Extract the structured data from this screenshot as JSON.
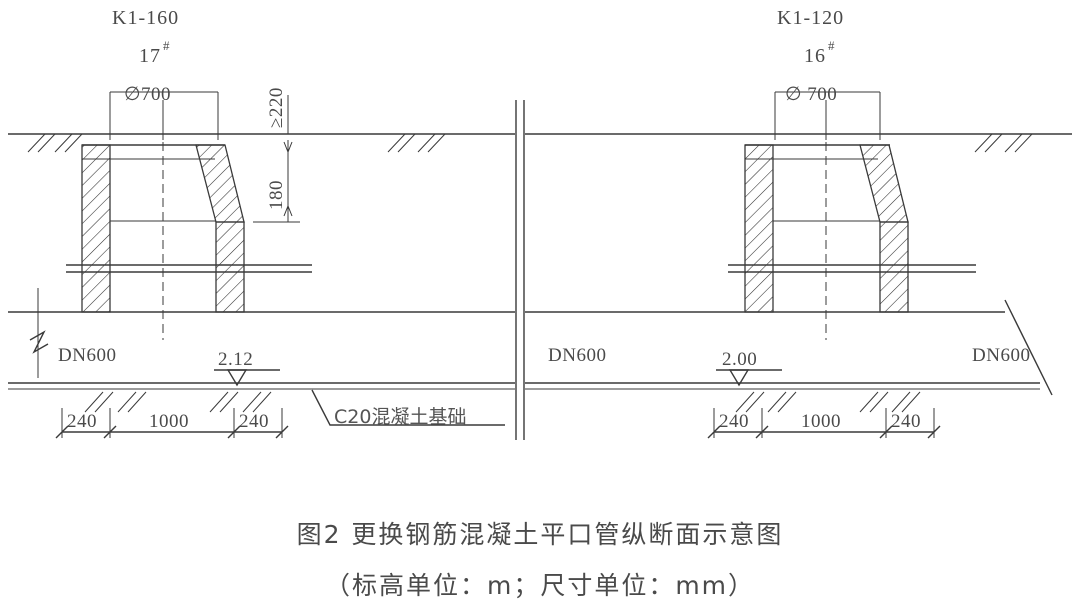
{
  "figure": {
    "background_color": "#ffffff",
    "line_color": "#3a3a3a",
    "text_color": "#4a4a4a",
    "caption_title": "图2  更换钢筋混凝土平口管纵断面示意图",
    "caption_subtitle": "（标高单位：m；尺寸单位：mm）"
  },
  "sections": {
    "left": {
      "station_label": "K1-160",
      "manhole_number": "17",
      "manhole_number_superscript": "#",
      "riser_diameter": "∅700",
      "cover_depth": "≥220",
      "wall_height": "180",
      "pipe_label_left": "DN600",
      "invert_elevation": "2.12",
      "base_dim_left": "240",
      "base_dim_center": "1000",
      "base_dim_right": "240",
      "foundation_note": "C20混凝土基础"
    },
    "right": {
      "station_label": "K1-120",
      "manhole_number": "16",
      "manhole_number_superscript": "#",
      "riser_diameter": "∅ 700",
      "pipe_label_left": "DN600",
      "pipe_label_right": "DN600",
      "invert_elevation": "2.00",
      "base_dim_left": "240",
      "base_dim_center": "1000",
      "base_dim_right": "240"
    }
  }
}
